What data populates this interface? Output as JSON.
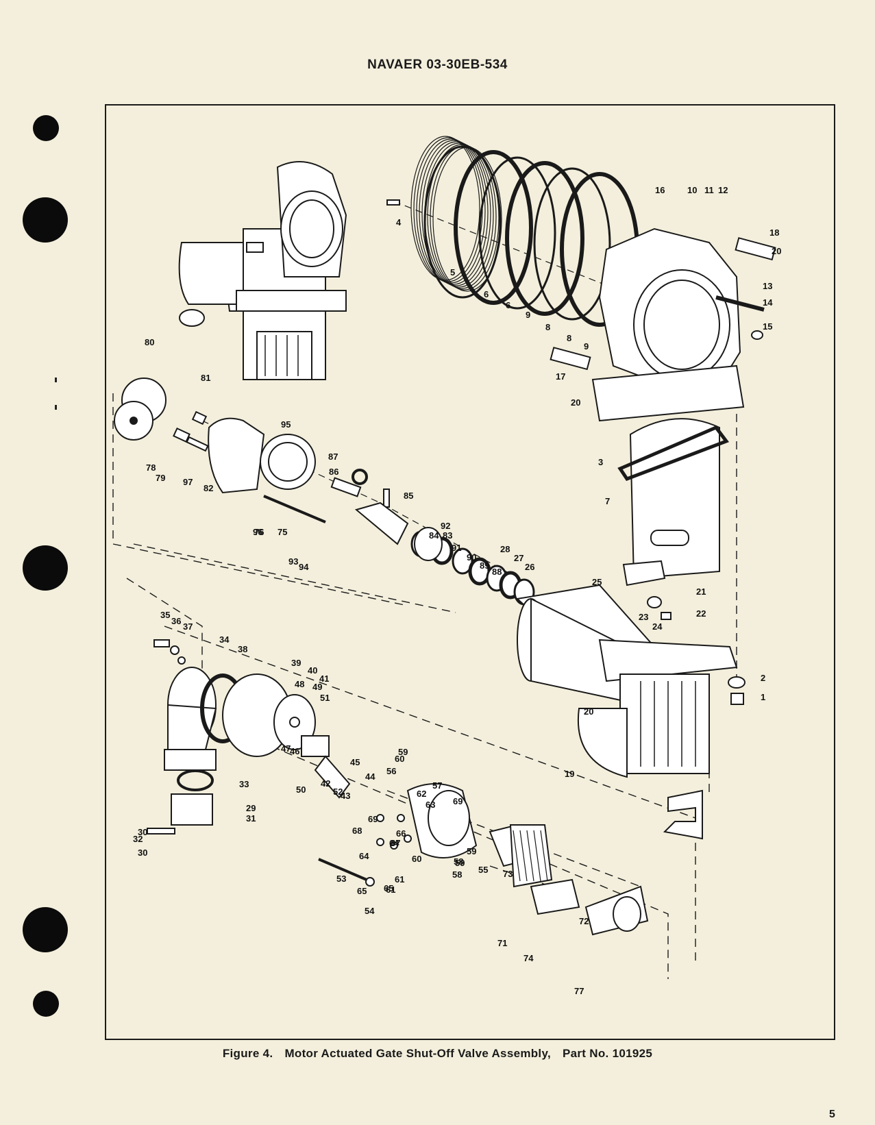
{
  "header": {
    "doc_number": "NAVAER 03-30EB-534"
  },
  "figure": {
    "number": "Figure 4.",
    "title": "Motor Actuated Gate Shut-Off Valve Assembly,",
    "part": "Part No. 101925"
  },
  "page_number": "5",
  "callouts": [
    "1",
    "2",
    "3",
    "4",
    "5",
    "6",
    "6",
    "7",
    "8",
    "8",
    "9",
    "9",
    "10",
    "11",
    "12",
    "13",
    "14",
    "15",
    "16",
    "17",
    "18",
    "19",
    "20",
    "20",
    "20",
    "21",
    "22",
    "23",
    "24",
    "25",
    "26",
    "27",
    "28",
    "29",
    "30",
    "30",
    "31",
    "32",
    "33",
    "34",
    "35",
    "36",
    "37",
    "38",
    "39",
    "40",
    "41",
    "42",
    "43",
    "44",
    "45",
    "46",
    "47",
    "48",
    "49",
    "50",
    "51",
    "52",
    "53",
    "54",
    "55",
    "56",
    "57",
    "58",
    "58",
    "59",
    "59",
    "59",
    "60",
    "60",
    "61",
    "61",
    "62",
    "63",
    "64",
    "64",
    "65",
    "65",
    "66",
    "67",
    "68",
    "69",
    "69",
    "71",
    "72",
    "73",
    "74",
    "75",
    "76",
    "77",
    "78",
    "79",
    "80",
    "81",
    "82",
    "83",
    "84",
    "85",
    "86",
    "87",
    "88",
    "89",
    "90",
    "91",
    "92",
    "93",
    "94",
    "95",
    "96",
    "97"
  ],
  "colors": {
    "paper": "#f3efdc",
    "ink": "#1a1a1a",
    "part_fill": "#ffffff"
  }
}
